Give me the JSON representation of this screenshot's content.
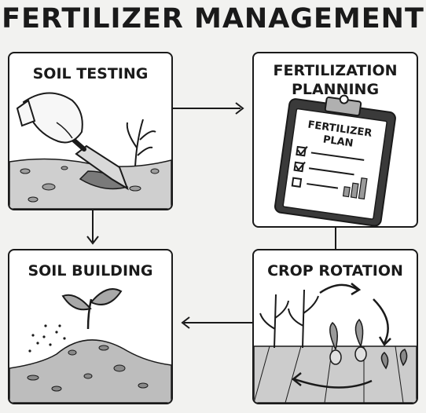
{
  "title": "FERTILIZER MANAGEMENT",
  "panels": {
    "soil_testing": {
      "label": "SOIL TESTING"
    },
    "fertilization_planning": {
      "label": "FERTILIZATION\nPLANNING",
      "clipboard_text": "FERTILIZER\nPLAN"
    },
    "soil_building": {
      "label": "SOIL BUILDING"
    },
    "crop_rotation": {
      "label": "CROP ROTATION"
    }
  },
  "colors": {
    "ink": "#1a1a1a",
    "background": "#f2f2f0",
    "panel": "#ffffff",
    "soil": "#bdbdbd"
  }
}
